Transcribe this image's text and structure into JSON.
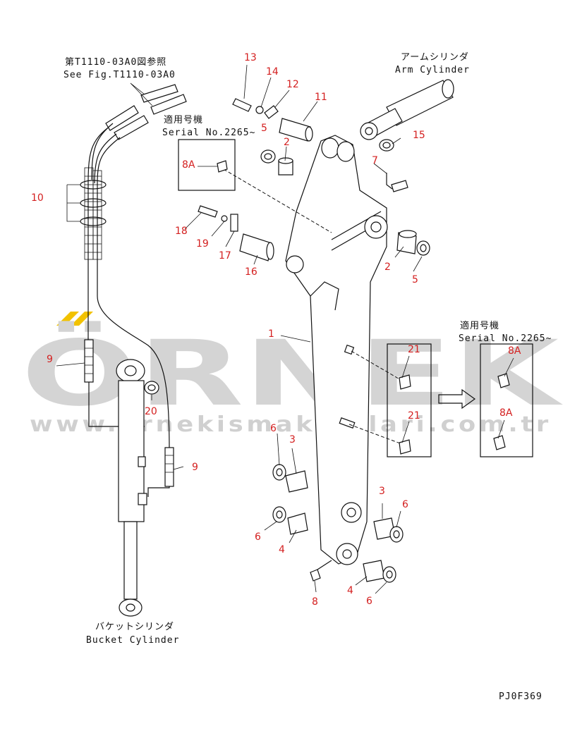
{
  "watermark": {
    "brand": "ÖRNEK",
    "url": "www.ornekismakinalari.com.tr",
    "accent_color": "#f2c200"
  },
  "labels": {
    "ref_fig_jp": "第T1110-03A0図参照",
    "ref_fig_en": "See Fig.T1110-03A0",
    "arm_cylinder_jp": "アームシリンダ",
    "arm_cylinder_en": "Arm Cylinder",
    "serial_jp_1": "適用号機",
    "serial_en_1": "Serial No.2265~",
    "serial_jp_2": "適用号機",
    "serial_en_2": "Serial No.2265~",
    "bucket_cylinder_jp": "バケットシリンダ",
    "bucket_cylinder_en": "Bucket Cylinder",
    "drawing_code": "PJ0F369"
  },
  "part_numbers": {
    "p1": "1",
    "p2a": "2",
    "p2b": "2",
    "p3a": "3",
    "p3b": "3",
    "p4a": "4",
    "p4b": "4",
    "p5a": "5",
    "p5b": "5",
    "p6a": "6",
    "p6b": "6",
    "p6c": "6",
    "p6d": "6",
    "p7": "7",
    "p8": "8",
    "p8a1": "8A",
    "p8a2": "8A",
    "p8a3": "8A",
    "p9a": "9",
    "p9b": "9",
    "p10": "10",
    "p11": "11",
    "p12": "12",
    "p13": "13",
    "p14": "14",
    "p15": "15",
    "p16": "16",
    "p17": "17",
    "p18": "18",
    "p19": "19",
    "p20": "20",
    "p21a": "21",
    "p21b": "21"
  }
}
